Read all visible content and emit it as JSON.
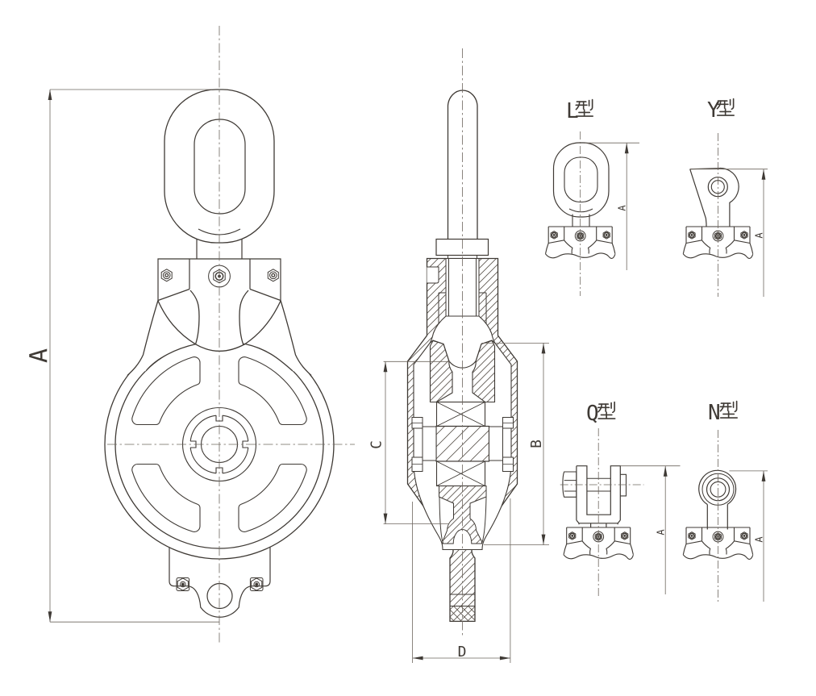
{
  "drawing": {
    "front_view": {
      "dim_a": "A"
    },
    "section_view": {
      "dim_b": "B",
      "dim_c": "C",
      "dim_d": "D"
    },
    "type_views": [
      {
        "label": "L型",
        "letter": "L",
        "dim": "A"
      },
      {
        "label": "Y型",
        "letter": "Y",
        "dim": "A"
      },
      {
        "label": "Q型",
        "letter": "Q",
        "dim": "A"
      },
      {
        "label": "N型",
        "letter": "N",
        "dim": "A"
      }
    ],
    "colors": {
      "line": "#3f3a35",
      "thin": "#6e675f",
      "background": "#ffffff"
    }
  }
}
